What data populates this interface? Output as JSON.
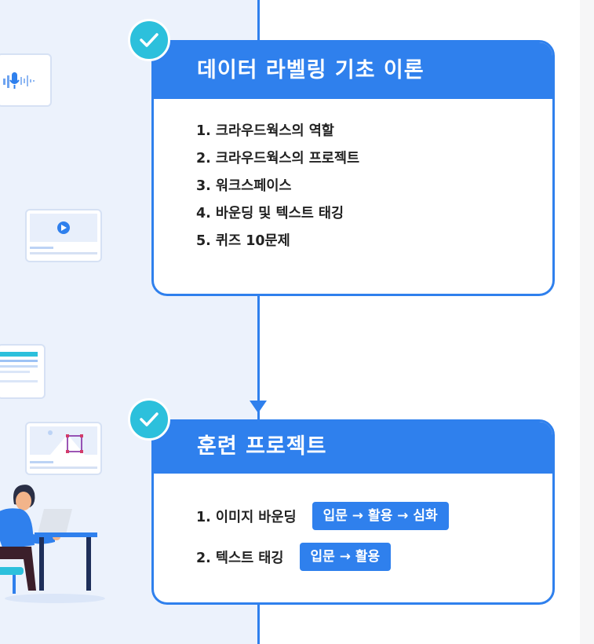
{
  "card1": {
    "title": "데이터 라벨링 기초 이론",
    "items": [
      "1. 크라우드웍스의 역할",
      "2. 크라우드웍스의 프로젝트",
      "3. 워크스페이스",
      "4. 바운딩 및 텍스트 태깅",
      "5. 퀴즈 10문제"
    ]
  },
  "card2": {
    "title": "훈련 프로젝트",
    "items": [
      {
        "label": "1. 이미지 바운딩",
        "badge": "입문 → 활용 → 심화"
      },
      {
        "label": "2. 텍스트 태깅",
        "badge": "입문 → 활용"
      }
    ]
  },
  "colors": {
    "primary": "#2f80ed",
    "check": "#2cc0dc",
    "panel_bg": "#ecf2fc"
  },
  "icons": {
    "completed": "check-icon",
    "flow": "arrow-down-icon"
  }
}
